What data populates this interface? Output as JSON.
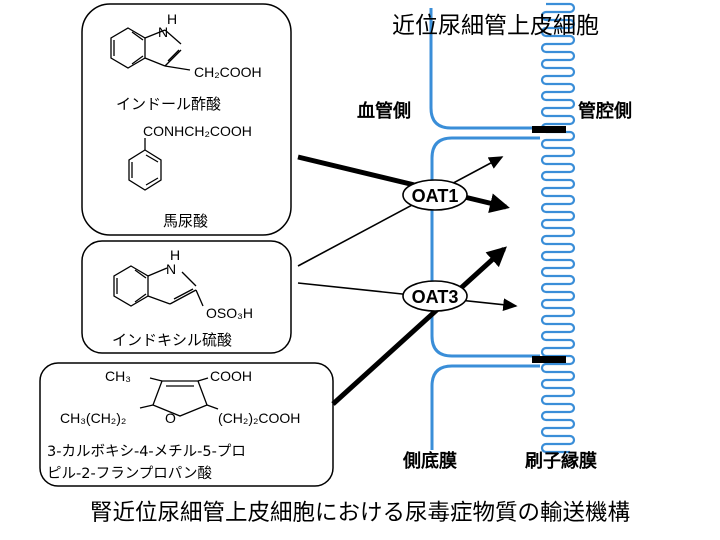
{
  "cell_title": "近位尿細管上皮細胞",
  "side_blood": "血管側",
  "side_lumen": "管腔側",
  "membrane_basolateral": "側底膜",
  "membrane_brush_border": "刷子縁膜",
  "transporters": [
    "OAT1",
    "OAT3"
  ],
  "compounds": {
    "indoleacetic_acid": {
      "name": "インドール酢酸",
      "substituent": "CH₂COOH",
      "nh": "H"
    },
    "hippuric_acid": {
      "name": "馬尿酸",
      "substituent": "CONHCH₂COOH"
    },
    "indoxyl_sulfate": {
      "name": "インドキシル硫酸",
      "substituent": "OSO₃H",
      "nh": "H"
    },
    "cmpf": {
      "name_line1": "3-カルボキシ-4-メチル-5-プロ",
      "name_line2": "ピル-2-フランプロパン酸",
      "methyl": "CH₃",
      "carboxyl": "COOH",
      "propyl": "CH₃(CH₂)₂",
      "oxygen": "O",
      "propanoic": "(CH₂)₂COOH"
    }
  },
  "caption": "腎近位尿細管上皮細胞における尿毒症物質の輸送機構",
  "colors": {
    "membrane": "#3a8ed8",
    "arrow": "#000000",
    "junction": "#000000"
  }
}
